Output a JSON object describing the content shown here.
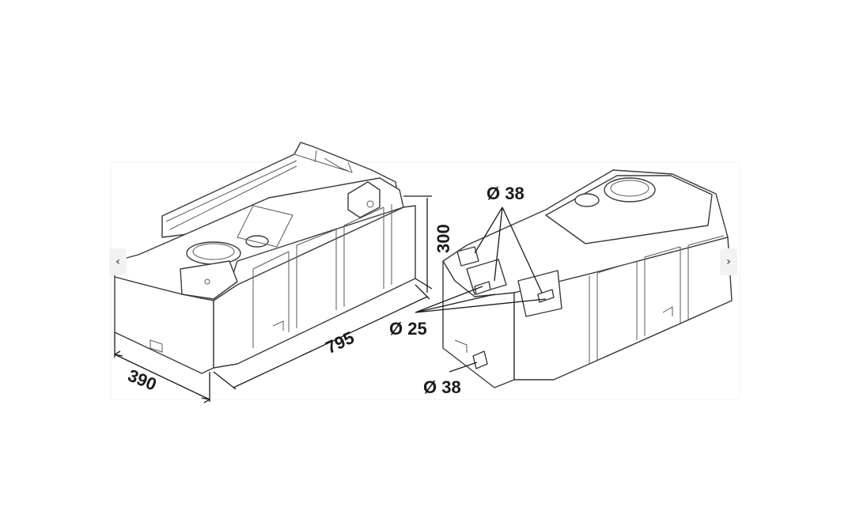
{
  "dimensions": {
    "width": "390",
    "length": "795",
    "height": "300"
  },
  "callouts": {
    "top_outlets": "Ø 38",
    "side_outlets": "Ø 25",
    "bottom_outlet": "Ø 38"
  },
  "navigation": {
    "prev_icon": "chevron-left-icon",
    "next_icon": "chevron-right-icon",
    "prev_glyph": "‹",
    "next_glyph": "›"
  },
  "colors": {
    "line": "#3a3a3a",
    "text": "#1a1a1a",
    "background": "#ffffff"
  }
}
